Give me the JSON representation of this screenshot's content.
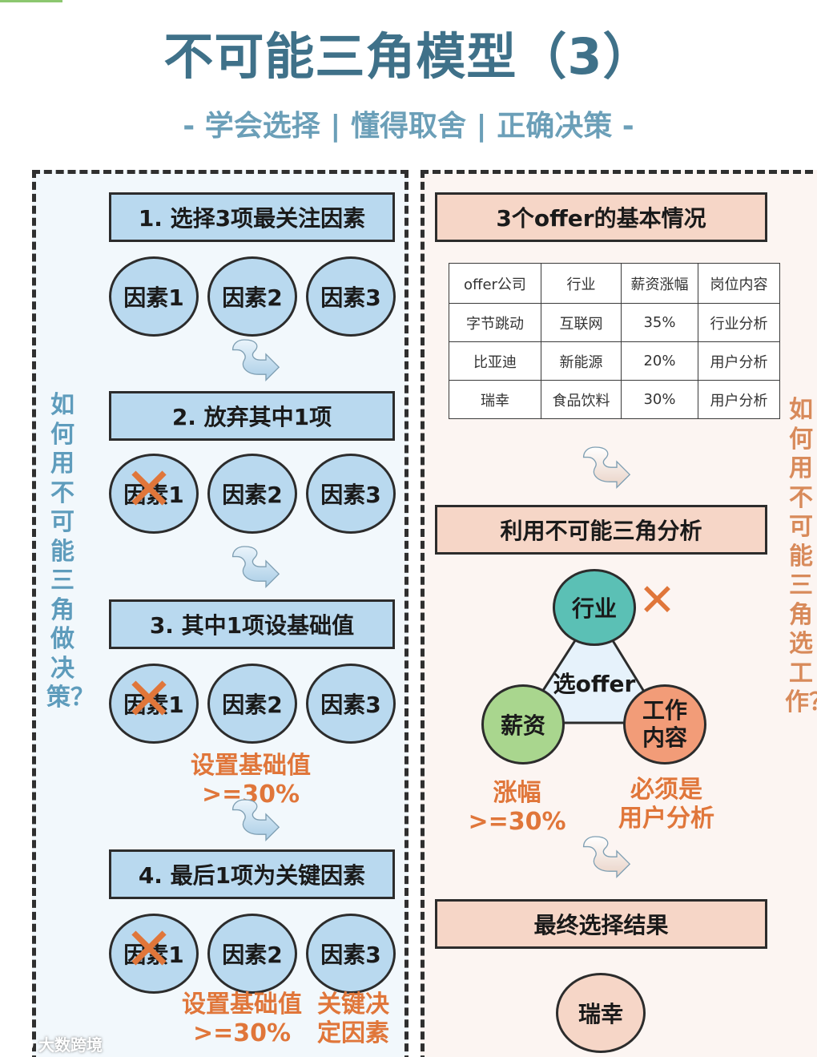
{
  "title": "不可能三角模型（3）",
  "subtitle": "- 学会选择 | 懂得取舍 | 正确决策 -",
  "left": {
    "side_label": "如何用不可能三角做决策？",
    "steps": [
      {
        "label": "1. 选择3项最关注因素"
      },
      {
        "label": "2. 放弃其中1项"
      },
      {
        "label": "3. 其中1项设基础值"
      },
      {
        "label": "4. 最后1项为关键因素"
      }
    ],
    "factors": [
      "因素1",
      "因素2",
      "因素3"
    ],
    "x_mark": "✕",
    "base_value_note": "设置基础值\n>=30%",
    "key_factor_note": "关键决\n定因素"
  },
  "right": {
    "side_label": "如何用不可能三角选工作？",
    "offer_title": "3个offer的基本情况",
    "table": {
      "headers": [
        "offer公司",
        "行业",
        "薪资涨幅",
        "岗位内容"
      ],
      "rows": [
        [
          "字节跳动",
          "互联网",
          "35%",
          "行业分析"
        ],
        [
          "比亚迪",
          "新能源",
          "20%",
          "用户分析"
        ],
        [
          "瑞幸",
          "食品饮料",
          "30%",
          "用户分析"
        ]
      ]
    },
    "analysis_title": "利用不可能三角分析",
    "triangle": {
      "center": "选offer",
      "top": "行业",
      "left": "薪资",
      "right": "工作\n内容"
    },
    "salary_note": "涨幅\n>=30%",
    "content_note": "必须是\n用户分析",
    "result_title": "最终选择结果",
    "result": "瑞幸"
  },
  "watermark": "大数跨境",
  "colors": {
    "title": "#3f7189",
    "blue_fill": "#b9d9ef",
    "pink_fill": "#f6d6c7",
    "accent_orange": "#e0763a",
    "teal": "#5bc0b5",
    "green": "#a9d68e",
    "salmon": "#f29c78"
  }
}
